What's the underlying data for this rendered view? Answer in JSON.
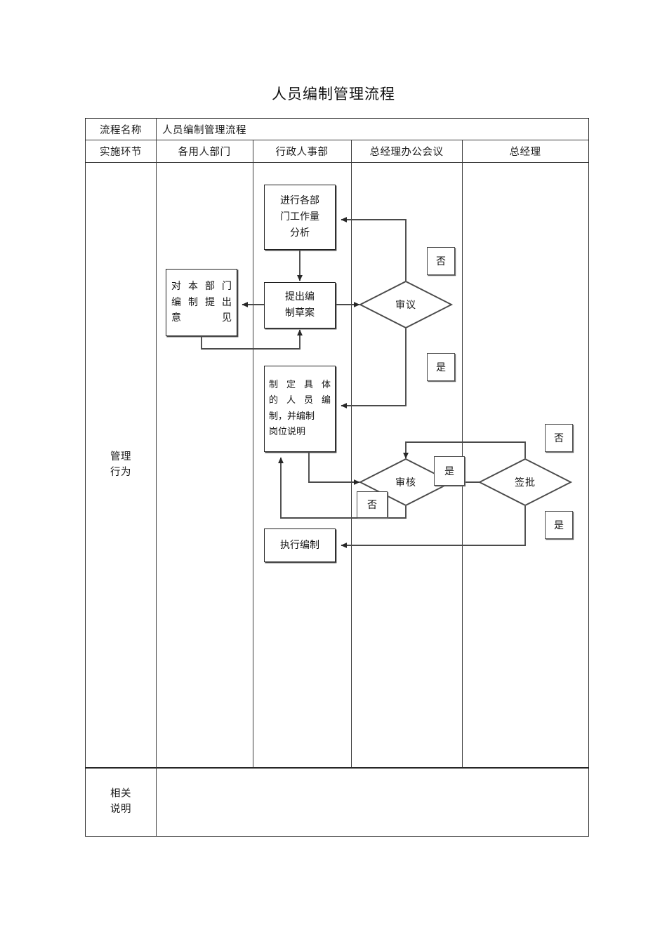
{
  "document": {
    "title": "人员编制管理流程"
  },
  "table": {
    "row_process_name": {
      "label": "流程名称",
      "value": "人员编制管理流程"
    },
    "row_stage": {
      "label": "实施环节",
      "columns": [
        "各用人部门",
        "行政人事部",
        "总经理办公会议",
        "总经理"
      ]
    },
    "row_behavior": {
      "label_line1": "管理",
      "label_line2": "行为"
    },
    "row_notes": {
      "label_line1": "相关",
      "label_line2": "说明",
      "value": ""
    }
  },
  "flow": {
    "nodes": [
      {
        "id": "analysis",
        "type": "process",
        "text": "进行各部门工作量分析",
        "lane": "行政人事部"
      },
      {
        "id": "draft",
        "type": "process",
        "text": "提出编制草案",
        "lane": "行政人事部"
      },
      {
        "id": "opinion",
        "type": "process",
        "text": "对本部门编制提出意见",
        "lane": "各用人部门"
      },
      {
        "id": "deliberate",
        "type": "decision",
        "text": "审议",
        "lane": "总经理办公会议"
      },
      {
        "id": "plan",
        "type": "process",
        "text": "制定具体的人员编制，并编制岗位说明",
        "lane": "行政人事部"
      },
      {
        "id": "review",
        "type": "decision",
        "text": "审核",
        "lane": "总经理办公会议"
      },
      {
        "id": "approve",
        "type": "decision",
        "text": "签批",
        "lane": "总经理"
      },
      {
        "id": "execute",
        "type": "process",
        "text": "执行编制",
        "lane": "行政人事部"
      }
    ],
    "node_text": {
      "analysis_l1": "进行各部",
      "analysis_l2": "门工作量",
      "analysis_l3": "分析",
      "draft_l1": "提出编",
      "draft_l2": "制草案",
      "opinion_l1": "对本部门",
      "opinion_l2": "编制提出",
      "opinion_l3": "意见",
      "plan_l1": "制定具体",
      "plan_l2": "的人员编",
      "plan_l3": "制，并编制",
      "plan_l4": "岗位说明",
      "execute": "执行编制",
      "deliberate": "审议",
      "review": "审核",
      "approve": "签批"
    },
    "branch_labels": {
      "deliberate_no": "否",
      "deliberate_yes": "是",
      "review_no": "否",
      "review_yes": "是",
      "approve_no": "否",
      "approve_yes": "是"
    }
  },
  "colors": {
    "ink": "#1a1a1a",
    "line": "#3a3a3a",
    "border": "#262626",
    "shadow": "#4a4a4a",
    "background": "#ffffff"
  }
}
